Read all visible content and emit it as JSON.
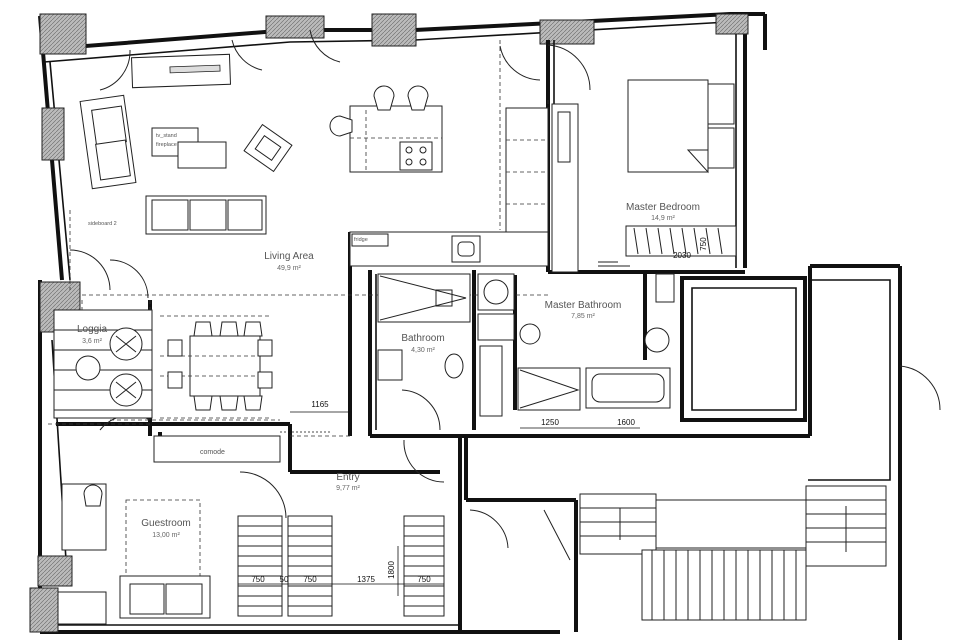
{
  "rooms": {
    "living": {
      "name": "Living Area",
      "area": "49,9 m²"
    },
    "master_bedroom": {
      "name": "Master Bedroom",
      "area": "14,9 m²"
    },
    "master_bathroom": {
      "name": "Master Bathroom",
      "area": "7,85 m²"
    },
    "bathroom": {
      "name": "Bathroom",
      "area": "4,30 m²"
    },
    "loggia": {
      "name": "Loggia",
      "area": "3,6 m²"
    },
    "entry": {
      "name": "Entry",
      "area": "9,77 m²"
    },
    "guestroom": {
      "name": "Guestroom",
      "area": "13,00 m²"
    }
  },
  "labels": {
    "commode": "comode",
    "fridge": "fridge",
    "tv_stand": "tv_stand",
    "sofa_note": "fireplace",
    "dividers": "sideboard 2"
  },
  "dimensions": {
    "d1165": "1165",
    "d1250": "1250",
    "d1600": "1600",
    "d1800": "1800",
    "d1375": "1375",
    "d750a": "750",
    "d50": "50",
    "d750b": "750",
    "d750c": "750",
    "d2030": "2030",
    "d750d": "750"
  }
}
